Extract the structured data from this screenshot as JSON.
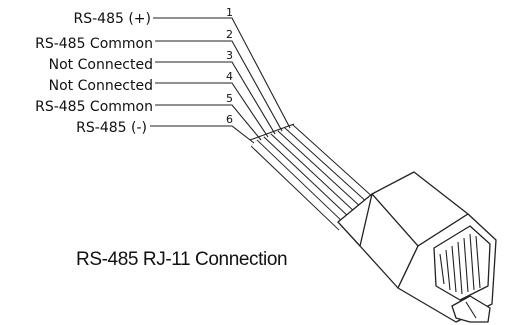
{
  "pins": [
    {
      "number": "1",
      "label": "RS-485 (+)"
    },
    {
      "number": "2",
      "label": "RS-485 Common"
    },
    {
      "number": "3",
      "label": "Not Connected"
    },
    {
      "number": "4",
      "label": "Not Connected"
    },
    {
      "number": "5",
      "label": "RS-485 Common"
    },
    {
      "number": "6",
      "label": "RS-485 (-)"
    }
  ],
  "caption": "RS-485 RJ-11 Connection"
}
